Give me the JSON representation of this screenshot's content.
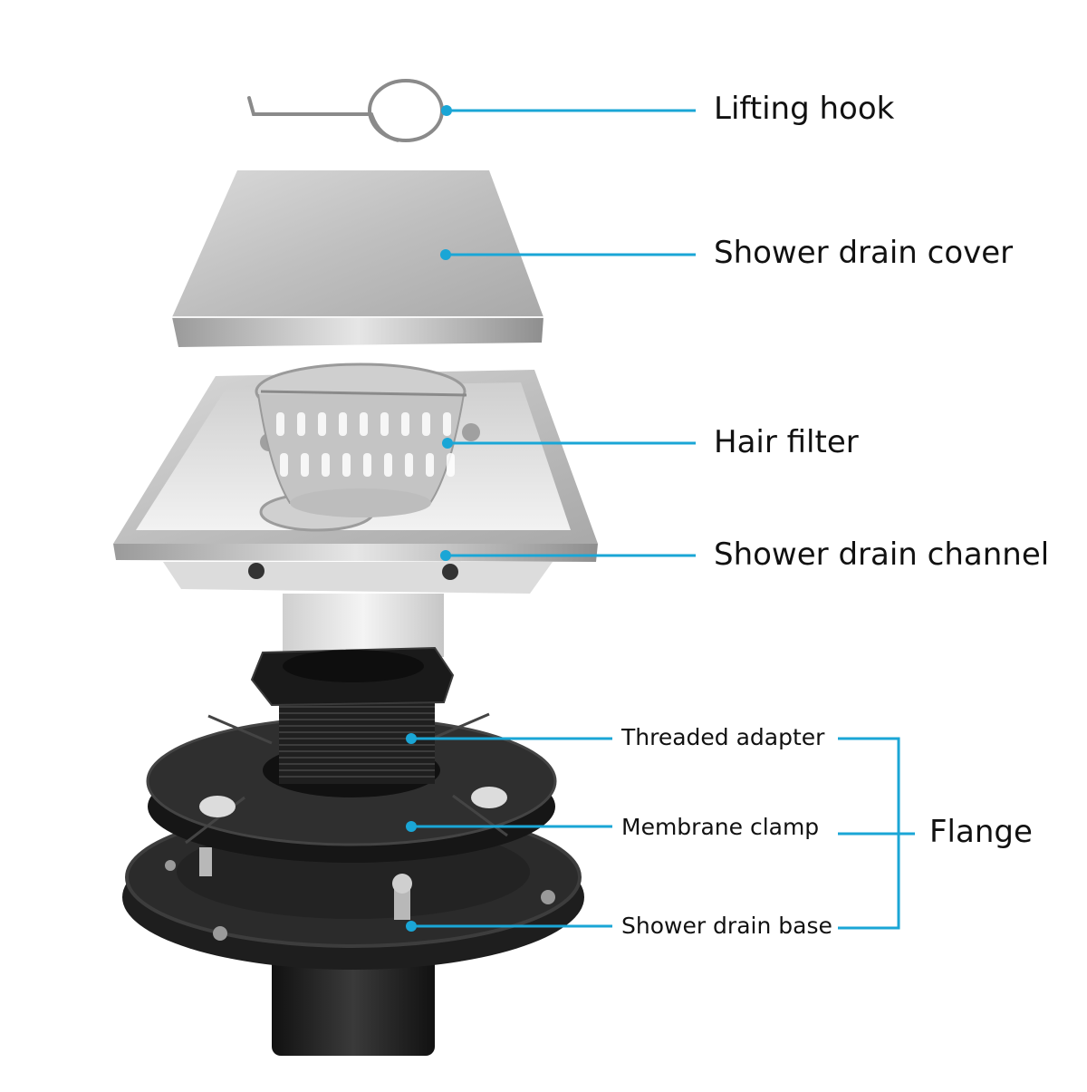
{
  "colors": {
    "leader": "#1aa6d6",
    "steel_light": "#e9e9e9",
    "steel_mid": "#bdbdbd",
    "steel_dark": "#8a8a8a",
    "plastic": "#1c1c1c",
    "plastic_mid": "#2e2e2e",
    "pipe_white": "#e6e6e6"
  },
  "parts": [
    {
      "id": "hook",
      "label": "Lifting hook",
      "icon": "lifting-hook-icon"
    },
    {
      "id": "cover",
      "label": "Shower drain cover",
      "icon": "drain-cover-icon"
    },
    {
      "id": "filter",
      "label": "Hair filter",
      "icon": "hair-filter-icon"
    },
    {
      "id": "channel",
      "label": "Shower drain channel",
      "icon": "drain-channel-icon"
    }
  ],
  "flange_parts": [
    {
      "id": "adapter",
      "label": "Threaded adapter",
      "icon": "threaded-adapter-icon"
    },
    {
      "id": "clamp",
      "label": "Membrane clamp",
      "icon": "membrane-clamp-icon"
    },
    {
      "id": "base",
      "label": "Shower drain base",
      "icon": "drain-base-icon"
    }
  ],
  "group_label": "Flange"
}
